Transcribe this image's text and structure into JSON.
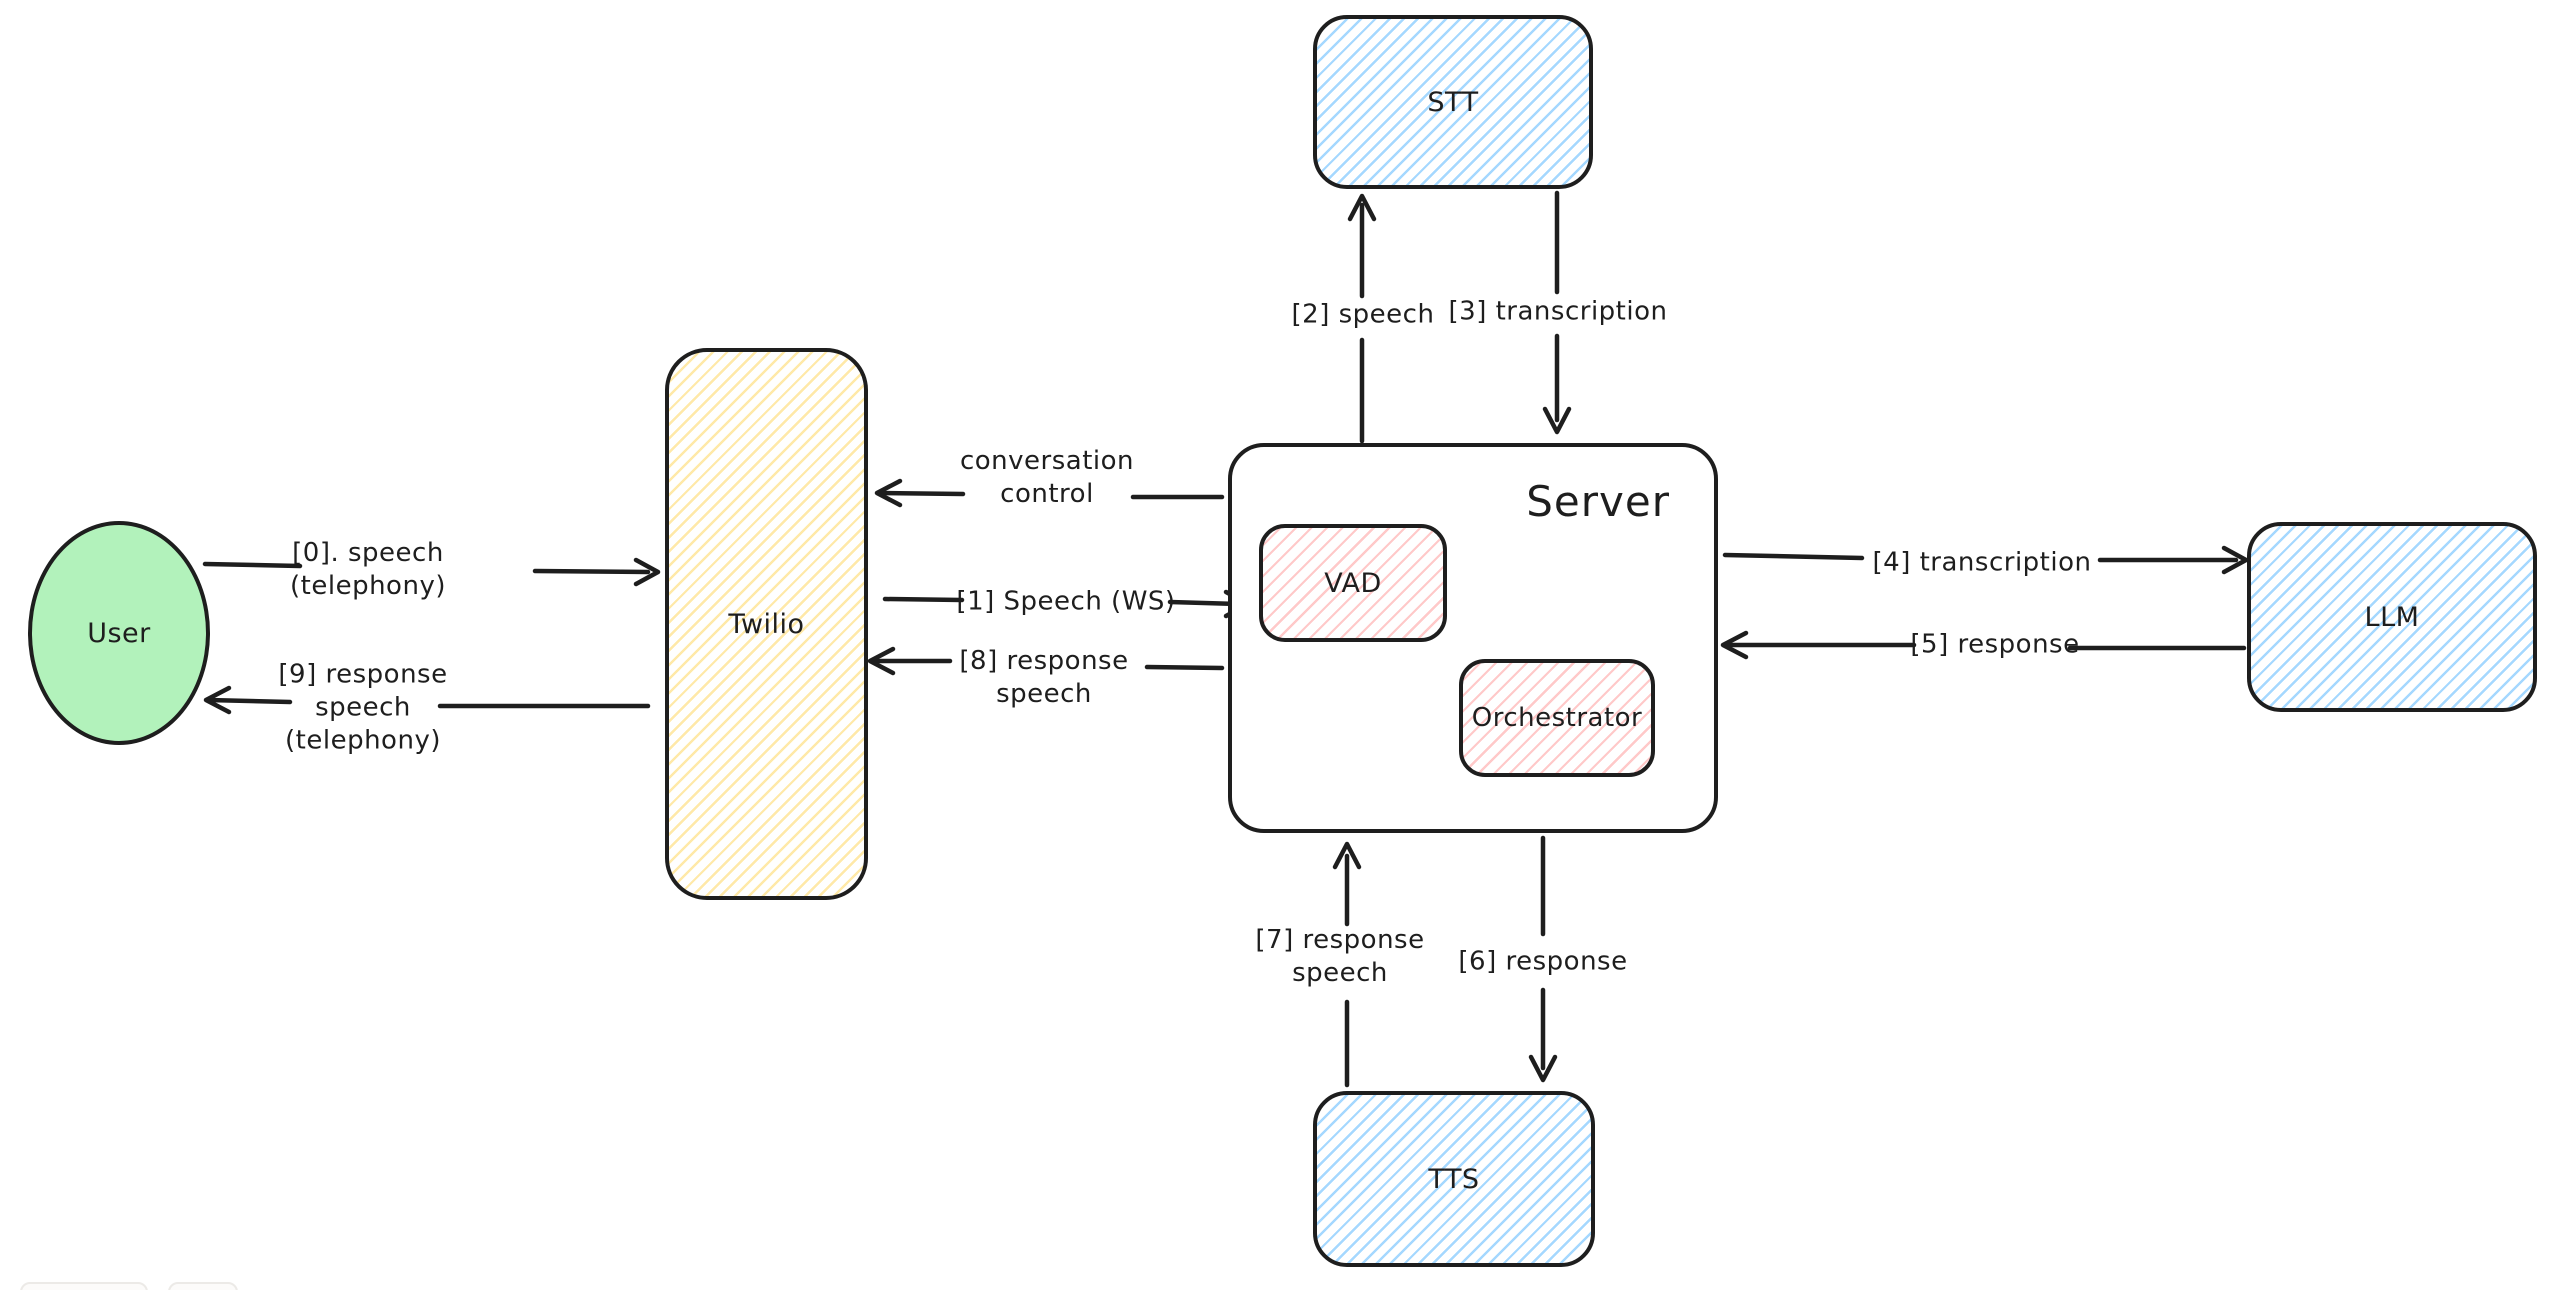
{
  "colors": {
    "stroke": "#1e1e1e",
    "canvas-bg": "#ffffff",
    "solid-green": "#b2f2bb",
    "hatch-yellow": "#ffe9a8",
    "hatch-blue": "#a5d8ff",
    "hatch-red": "#ffc9c9"
  },
  "nodes": {
    "user": {
      "label": "User",
      "shape": "ellipse",
      "fill": "#b2f2bb"
    },
    "twilio": {
      "label": "Twilio",
      "shape": "rectangle",
      "fill": "#ffe9a8"
    },
    "server": {
      "label": "Server",
      "shape": "rectangle",
      "fill": "#ffffff"
    },
    "vad": {
      "label": "VAD",
      "shape": "rectangle",
      "fill": "#ffc9c9"
    },
    "orchestrator": {
      "label": "Orchestrator",
      "shape": "rectangle",
      "fill": "#ffc9c9"
    },
    "stt": {
      "label": "STT",
      "shape": "rectangle",
      "fill": "#a5d8ff"
    },
    "llm": {
      "label": "LLM",
      "shape": "rectangle",
      "fill": "#a5d8ff"
    },
    "tts": {
      "label": "TTS",
      "shape": "rectangle",
      "fill": "#a5d8ff"
    }
  },
  "edges": {
    "user_to_twilio": {
      "label": "[0]. speech\n(telephony)",
      "from": "user",
      "to": "twilio"
    },
    "twilio_to_user": {
      "label": "[9] response\nspeech\n(telephony)",
      "from": "twilio",
      "to": "user"
    },
    "server_to_twilio_control": {
      "label": "conversation\ncontrol",
      "from": "server",
      "to": "twilio"
    },
    "twilio_to_server": {
      "label": "[1] Speech (WS)",
      "from": "twilio",
      "to": "server"
    },
    "server_to_twilio_speech": {
      "label": "[8] response\nspeech",
      "from": "server",
      "to": "twilio"
    },
    "server_to_stt": {
      "label": "[2] speech",
      "from": "server",
      "to": "stt"
    },
    "stt_to_server": {
      "label": "[3] transcription",
      "from": "stt",
      "to": "server"
    },
    "server_to_llm": {
      "label": "[4] transcription",
      "from": "server",
      "to": "llm"
    },
    "llm_to_server": {
      "label": "[5] response",
      "from": "llm",
      "to": "server"
    },
    "server_to_tts": {
      "label": "[6] response",
      "from": "server",
      "to": "tts"
    },
    "tts_to_server": {
      "label": "[7] response\nspeech",
      "from": "tts",
      "to": "server"
    }
  }
}
